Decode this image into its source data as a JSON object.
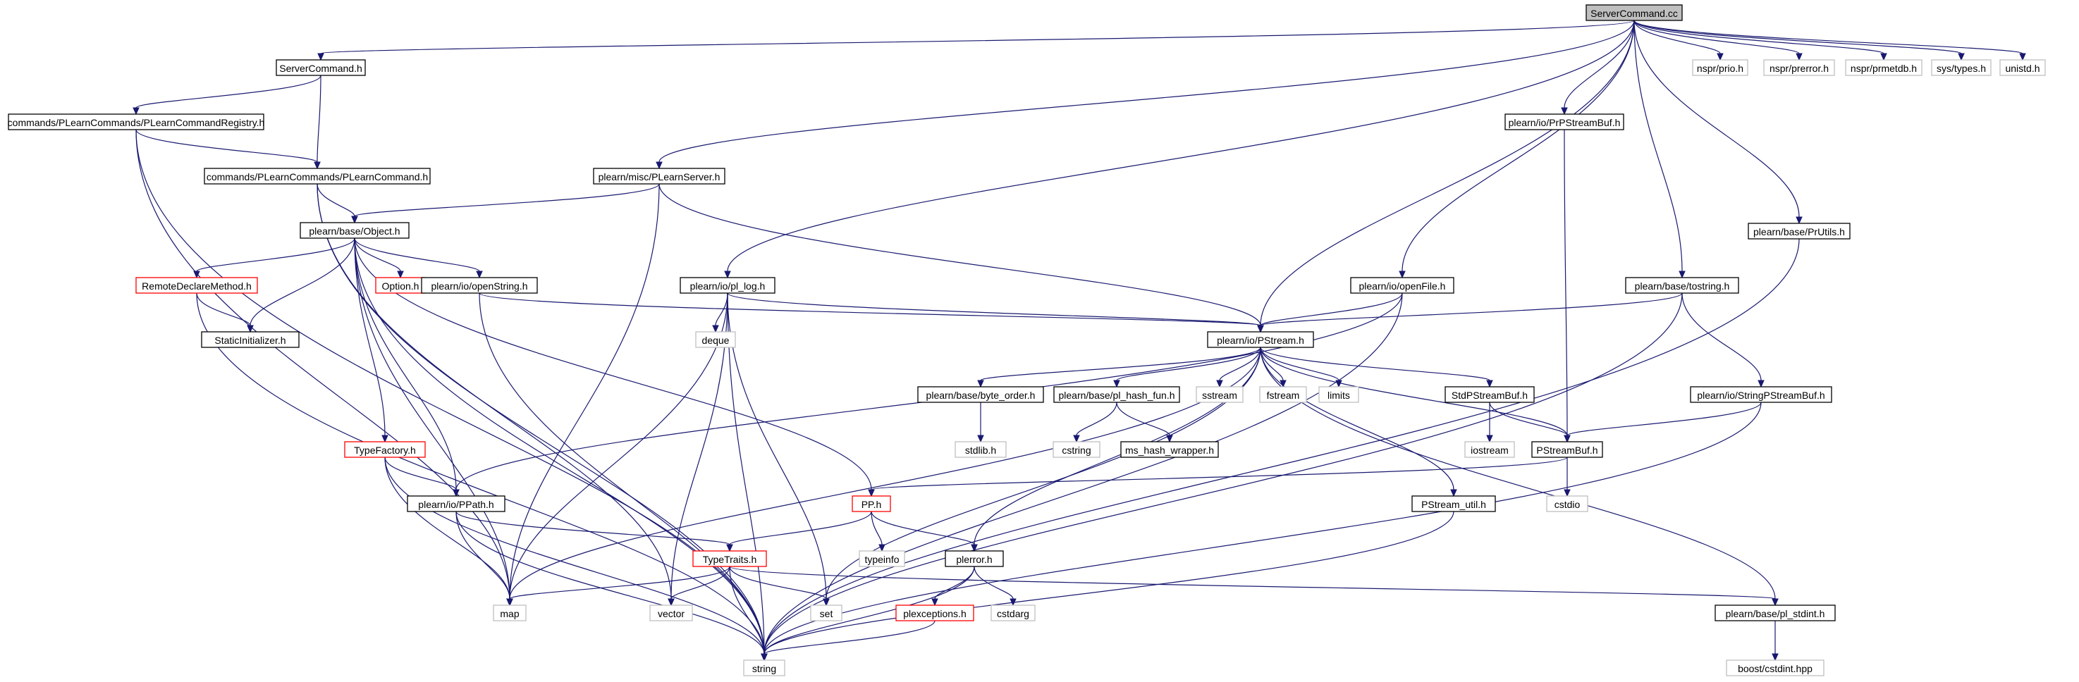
{
  "diagram": {
    "nodes": [
      {
        "id": "root",
        "label": "ServerCommand.cc",
        "style": "root"
      },
      {
        "id": "servercommand_h",
        "label": "ServerCommand.h",
        "style": "normal"
      },
      {
        "id": "registry_h",
        "label": "commands/PLearnCommands/PLearnCommandRegistry.h",
        "style": "normal"
      },
      {
        "id": "plearncommand_h",
        "label": "commands/PLearnCommands/PLearnCommand.h",
        "style": "normal"
      },
      {
        "id": "plearnserver_h",
        "label": "plearn/misc/PLearnServer.h",
        "style": "normal"
      },
      {
        "id": "object_h",
        "label": "plearn/base/Object.h",
        "style": "normal"
      },
      {
        "id": "remotedeclare_h",
        "label": "RemoteDeclareMethod.h",
        "style": "truncated"
      },
      {
        "id": "option_h",
        "label": "Option.h",
        "style": "truncated"
      },
      {
        "id": "openstring_h",
        "label": "plearn/io/openString.h",
        "style": "normal"
      },
      {
        "id": "staticinit_h",
        "label": "StaticInitializer.h",
        "style": "normal"
      },
      {
        "id": "typefactory_h",
        "label": "TypeFactory.h",
        "style": "truncated"
      },
      {
        "id": "ppath_h",
        "label": "plearn/io/PPath.h",
        "style": "normal"
      },
      {
        "id": "pllog_h",
        "label": "plearn/io/pl_log.h",
        "style": "normal"
      },
      {
        "id": "deque",
        "label": "deque",
        "style": "system"
      },
      {
        "id": "openfile_h",
        "label": "plearn/io/openFile.h",
        "style": "normal"
      },
      {
        "id": "pstream_h",
        "label": "plearn/io/PStream.h",
        "style": "normal"
      },
      {
        "id": "byteorder_h",
        "label": "plearn/base/byte_order.h",
        "style": "normal"
      },
      {
        "id": "stdlib_h",
        "label": "stdlib.h",
        "style": "system"
      },
      {
        "id": "plhashfun_h",
        "label": "plearn/base/pl_hash_fun.h",
        "style": "normal"
      },
      {
        "id": "cstring",
        "label": "cstring",
        "style": "system"
      },
      {
        "id": "mshash_h",
        "label": "ms_hash_wrapper.h",
        "style": "normal"
      },
      {
        "id": "sstream",
        "label": "sstream",
        "style": "system"
      },
      {
        "id": "fstream",
        "label": "fstream",
        "style": "system"
      },
      {
        "id": "limits",
        "label": "limits",
        "style": "system"
      },
      {
        "id": "stdpstreambuf_h",
        "label": "StdPStreamBuf.h",
        "style": "normal"
      },
      {
        "id": "iostream",
        "label": "iostream",
        "style": "system"
      },
      {
        "id": "pstreambuf_h",
        "label": "PStreamBuf.h",
        "style": "normal"
      },
      {
        "id": "cstdio",
        "label": "cstdio",
        "style": "system"
      },
      {
        "id": "pstreamutil_h",
        "label": "PStream_util.h",
        "style": "normal"
      },
      {
        "id": "pp_h",
        "label": "PP.h",
        "style": "truncated"
      },
      {
        "id": "typeinfo",
        "label": "typeinfo",
        "style": "system"
      },
      {
        "id": "typetraits_h",
        "label": "TypeTraits.h",
        "style": "truncated"
      },
      {
        "id": "plerror_h",
        "label": "plerror.h",
        "style": "normal"
      },
      {
        "id": "plexceptions_h",
        "label": "plexceptions.h",
        "style": "truncated"
      },
      {
        "id": "cstdarg",
        "label": "cstdarg",
        "style": "system"
      },
      {
        "id": "map",
        "label": "map",
        "style": "system"
      },
      {
        "id": "vector",
        "label": "vector",
        "style": "system"
      },
      {
        "id": "set",
        "label": "set",
        "style": "system"
      },
      {
        "id": "string",
        "label": "string",
        "style": "system"
      },
      {
        "id": "plstdint_h",
        "label": "plearn/base/pl_stdint.h",
        "style": "normal"
      },
      {
        "id": "boostcstdint",
        "label": "boost/cstdint.hpp",
        "style": "system"
      },
      {
        "id": "prpstreambuf_h",
        "label": "plearn/io/PrPStreamBuf.h",
        "style": "normal"
      },
      {
        "id": "prutils_h",
        "label": "plearn/base/PrUtils.h",
        "style": "normal"
      },
      {
        "id": "tostring_h",
        "label": "plearn/base/tostring.h",
        "style": "normal"
      },
      {
        "id": "stringpstreambuf_h",
        "label": "plearn/io/StringPStreamBuf.h",
        "style": "normal"
      },
      {
        "id": "nsprprio",
        "label": "nspr/prio.h",
        "style": "system"
      },
      {
        "id": "nsprprerror",
        "label": "nspr/prerror.h",
        "style": "system"
      },
      {
        "id": "nsprprmetdb",
        "label": "nspr/prmetdb.h",
        "style": "system"
      },
      {
        "id": "systypes",
        "label": "sys/types.h",
        "style": "system"
      },
      {
        "id": "unistd",
        "label": "unistd.h",
        "style": "system"
      }
    ],
    "edges": [
      [
        "root",
        "servercommand_h"
      ],
      [
        "root",
        "plearnserver_h"
      ],
      [
        "root",
        "pllog_h"
      ],
      [
        "root",
        "pstream_h"
      ],
      [
        "root",
        "openfile_h"
      ],
      [
        "root",
        "prpstreambuf_h"
      ],
      [
        "root",
        "tostring_h"
      ],
      [
        "root",
        "prutils_h"
      ],
      [
        "root",
        "nsprprio"
      ],
      [
        "root",
        "nsprprerror"
      ],
      [
        "root",
        "nsprprmetdb"
      ],
      [
        "root",
        "systypes"
      ],
      [
        "root",
        "unistd"
      ],
      [
        "servercommand_h",
        "registry_h"
      ],
      [
        "servercommand_h",
        "plearncommand_h"
      ],
      [
        "registry_h",
        "plearncommand_h"
      ],
      [
        "registry_h",
        "map"
      ],
      [
        "registry_h",
        "string"
      ],
      [
        "plearncommand_h",
        "object_h"
      ],
      [
        "plearncommand_h",
        "string"
      ],
      [
        "plearncommand_h",
        "vector"
      ],
      [
        "plearnserver_h",
        "object_h"
      ],
      [
        "plearnserver_h",
        "pstream_h"
      ],
      [
        "plearnserver_h",
        "map"
      ],
      [
        "object_h",
        "remotedeclare_h"
      ],
      [
        "object_h",
        "staticinit_h"
      ],
      [
        "object_h",
        "option_h"
      ],
      [
        "object_h",
        "openstring_h"
      ],
      [
        "object_h",
        "typefactory_h"
      ],
      [
        "object_h",
        "ppath_h"
      ],
      [
        "object_h",
        "pp_h"
      ],
      [
        "object_h",
        "map"
      ],
      [
        "object_h",
        "string"
      ],
      [
        "remotedeclare_h",
        "staticinit_h"
      ],
      [
        "remotedeclare_h",
        "string"
      ],
      [
        "openstring_h",
        "pstream_h"
      ],
      [
        "openstring_h",
        "string"
      ],
      [
        "typefactory_h",
        "ppath_h"
      ],
      [
        "typefactory_h",
        "map"
      ],
      [
        "typefactory_h",
        "string"
      ],
      [
        "ppath_h",
        "typetraits_h"
      ],
      [
        "ppath_h",
        "map"
      ],
      [
        "ppath_h",
        "string"
      ],
      [
        "pllog_h",
        "pstream_h"
      ],
      [
        "pllog_h",
        "deque"
      ],
      [
        "pllog_h",
        "map"
      ],
      [
        "pllog_h",
        "vector"
      ],
      [
        "pllog_h",
        "set"
      ],
      [
        "pllog_h",
        "string"
      ],
      [
        "openfile_h",
        "pstream_h"
      ],
      [
        "openfile_h",
        "ppath_h"
      ],
      [
        "openfile_h",
        "string"
      ],
      [
        "pstream_h",
        "byteorder_h"
      ],
      [
        "pstream_h",
        "plhashfun_h"
      ],
      [
        "pstream_h",
        "sstream"
      ],
      [
        "pstream_h",
        "fstream"
      ],
      [
        "pstream_h",
        "limits"
      ],
      [
        "pstream_h",
        "stdpstreambuf_h"
      ],
      [
        "pstream_h",
        "pstreambuf_h"
      ],
      [
        "pstream_h",
        "pstreamutil_h"
      ],
      [
        "pstream_h",
        "plerror_h"
      ],
      [
        "pstream_h",
        "plstdint_h"
      ],
      [
        "pstream_h",
        "map"
      ],
      [
        "pstream_h",
        "set"
      ],
      [
        "byteorder_h",
        "stdlib_h"
      ],
      [
        "plhashfun_h",
        "cstring"
      ],
      [
        "plhashfun_h",
        "mshash_h"
      ],
      [
        "stdpstreambuf_h",
        "iostream"
      ],
      [
        "stdpstreambuf_h",
        "pstreambuf_h"
      ],
      [
        "pstreambuf_h",
        "pp_h"
      ],
      [
        "pstreambuf_h",
        "cstdio"
      ],
      [
        "pstreamutil_h",
        "string"
      ],
      [
        "pp_h",
        "typetraits_h"
      ],
      [
        "pp_h",
        "typeinfo"
      ],
      [
        "pp_h",
        "plerror_h"
      ],
      [
        "typetraits_h",
        "map"
      ],
      [
        "typetraits_h",
        "vector"
      ],
      [
        "typetraits_h",
        "set"
      ],
      [
        "typetraits_h",
        "string"
      ],
      [
        "typetraits_h",
        "plstdint_h"
      ],
      [
        "plerror_h",
        "plexceptions_h"
      ],
      [
        "plerror_h",
        "cstdarg"
      ],
      [
        "plerror_h",
        "string"
      ],
      [
        "plexceptions_h",
        "string"
      ],
      [
        "plstdint_h",
        "boostcstdint"
      ],
      [
        "prpstreambuf_h",
        "pstreambuf_h"
      ],
      [
        "prutils_h",
        "string"
      ],
      [
        "tostring_h",
        "pstream_h"
      ],
      [
        "tostring_h",
        "stringpstreambuf_h"
      ],
      [
        "tostring_h",
        "string"
      ],
      [
        "stringpstreambuf_h",
        "pstreambuf_h"
      ],
      [
        "stringpstreambuf_h",
        "string"
      ]
    ],
    "colors": {
      "edge": "#191970",
      "node_border": "#000000",
      "truncated_border": "#ff0000",
      "system_border": "#bfbfbf",
      "root_fill": "#bfbfbf",
      "node_fill": "#ffffff",
      "label": "#000000"
    }
  }
}
